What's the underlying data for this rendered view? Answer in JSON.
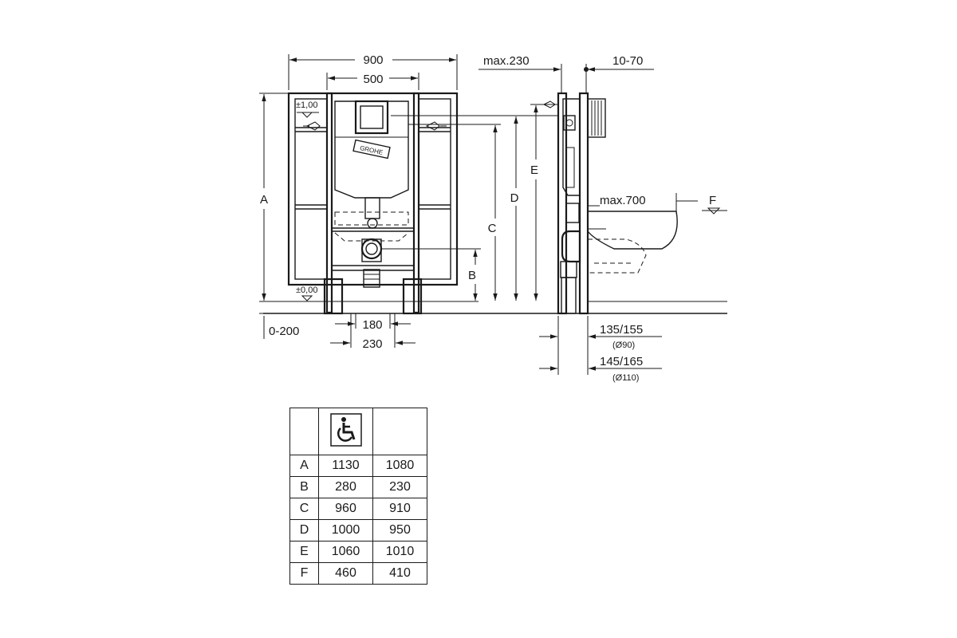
{
  "front_view": {
    "width_outer": "900",
    "width_inner": "500",
    "level_top": "±1,00",
    "level_floor": "±0,00",
    "label_A": "A",
    "label_B": "B",
    "label_C": "C",
    "label_D": "D",
    "floor_adjust": "0-200",
    "feet_inner": "180",
    "feet_outer": "230",
    "brand": "GROHE"
  },
  "side_view": {
    "max_depth": "max.230",
    "wall_gap": "10-70",
    "label_E": "E",
    "bowl_max": "max.700",
    "label_F": "F",
    "drain_90": "135/155",
    "drain_90_dia": "(Ø90)",
    "drain_110": "145/165",
    "drain_110_dia": "(Ø110)"
  },
  "table": {
    "header_icon": "wheelchair-icon",
    "rows": [
      {
        "label": "A",
        "v1": "1130",
        "v2": "1080"
      },
      {
        "label": "B",
        "v1": "280",
        "v2": "230"
      },
      {
        "label": "C",
        "v1": "960",
        "v2": "910"
      },
      {
        "label": "D",
        "v1": "1000",
        "v2": "950"
      },
      {
        "label": "E",
        "v1": "1060",
        "v2": "1010"
      },
      {
        "label": "F",
        "v1": "460",
        "v2": "410"
      }
    ]
  }
}
